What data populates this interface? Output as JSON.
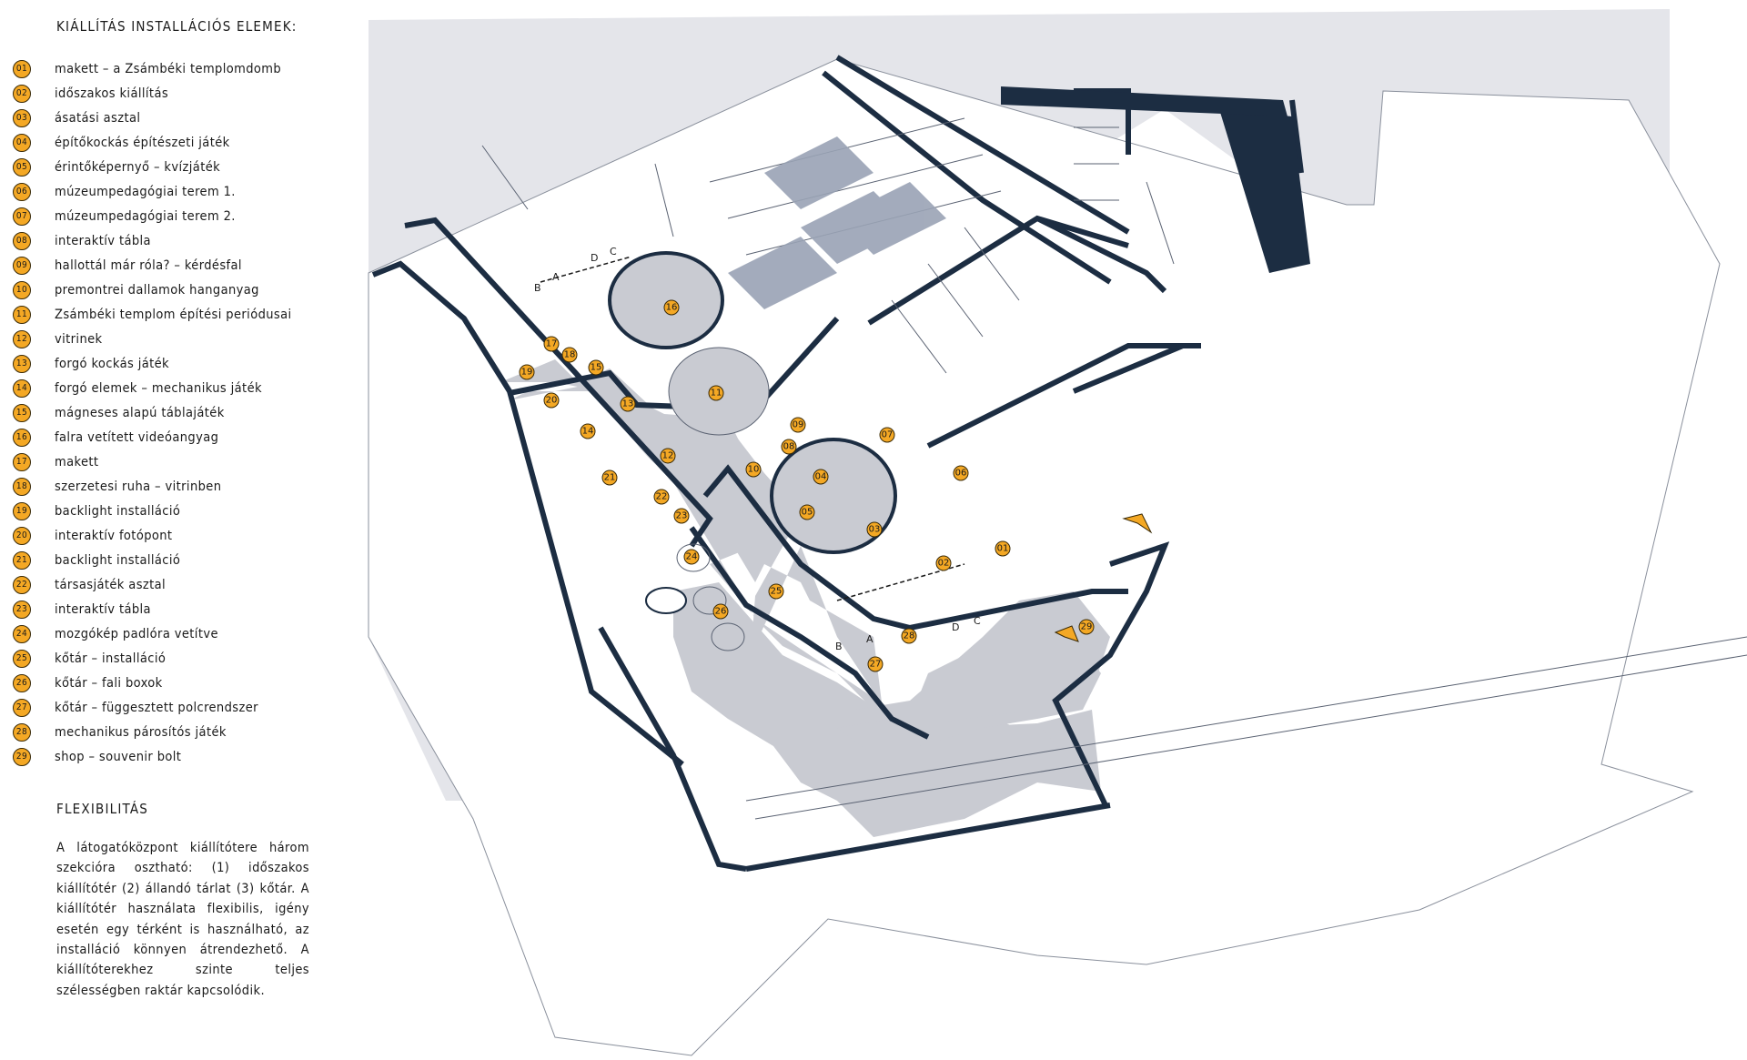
{
  "legend": {
    "title": "KIÁLLÍTÁS INSTALLÁCIÓS ELEMEK:",
    "items": [
      {
        "num": "01",
        "label": "makett – a Zsámbéki templomdomb"
      },
      {
        "num": "02",
        "label": "időszakos kiállítás"
      },
      {
        "num": "03",
        "label": "ásatási asztal"
      },
      {
        "num": "04",
        "label": "építőkockás építészeti játék"
      },
      {
        "num": "05",
        "label": "érintőképernyő – kvízjáték"
      },
      {
        "num": "06",
        "label": "múzeumpedagógiai terem 1."
      },
      {
        "num": "07",
        "label": "múzeumpedagógiai terem 2."
      },
      {
        "num": "08",
        "label": "interaktív tábla"
      },
      {
        "num": "09",
        "label": "hallottál már róla? – kérdésfal"
      },
      {
        "num": "10",
        "label": "premontrei dallamok hanganyag"
      },
      {
        "num": "11",
        "label": "Zsámbéki templom építési periódusai"
      },
      {
        "num": "12",
        "label": "vitrinek"
      },
      {
        "num": "13",
        "label": "forgó kockás játék"
      },
      {
        "num": "14",
        "label": "forgó elemek – mechanikus játék"
      },
      {
        "num": "15",
        "label": "mágneses alapú táblajáték"
      },
      {
        "num": "16",
        "label": "falra vetített videóangyag"
      },
      {
        "num": "17",
        "label": "makett"
      },
      {
        "num": "18",
        "label": "szerzetesi ruha – vitrinben"
      },
      {
        "num": "19",
        "label": "backlight installáció"
      },
      {
        "num": "20",
        "label": "interaktív fotópont"
      },
      {
        "num": "21",
        "label": "backlight installáció"
      },
      {
        "num": "22",
        "label": "társasjáték asztal"
      },
      {
        "num": "23",
        "label": "interaktív tábla"
      },
      {
        "num": "24",
        "label": "mozgókép padlóra vetítve"
      },
      {
        "num": "25",
        "label": "kőtár – installáció"
      },
      {
        "num": "26",
        "label": "kőtár – fali boxok"
      },
      {
        "num": "27",
        "label": "kőtár – függesztett polcrendszer"
      },
      {
        "num": "28",
        "label": "mechanikus párosítós játék"
      },
      {
        "num": "29",
        "label": "shop – souvenir bolt"
      }
    ]
  },
  "flexibility": {
    "title": "FLEXIBILITÁS",
    "text": "A látogatóközpont kiállítótere három szekcióra osztható: (1) időszakos kiállítótér (2) állandó tárlat (3) kőtár. A kiállítótér használata flexibilis, igény esetén egy térként is használható, az installáció könnyen átrendezhető. A kiállítóterekhez szinte teljes szélességben raktár kapcsolódik."
  },
  "plan": {
    "markers": [
      "01",
      "02",
      "03",
      "04",
      "05",
      "06",
      "07",
      "08",
      "09",
      "10",
      "11",
      "12",
      "13",
      "14",
      "15",
      "16",
      "17",
      "18",
      "19",
      "20",
      "21",
      "22",
      "23",
      "24",
      "25",
      "26",
      "27",
      "28",
      "29"
    ],
    "section_labels": [
      "A",
      "B",
      "C",
      "D"
    ]
  },
  "colors": {
    "marker_fill": "#f4a824",
    "wall_dark": "#1c2d42",
    "floor_grey": "#c9cbd2",
    "ground_grey": "#e4e5ea",
    "line": "#5a6272"
  }
}
